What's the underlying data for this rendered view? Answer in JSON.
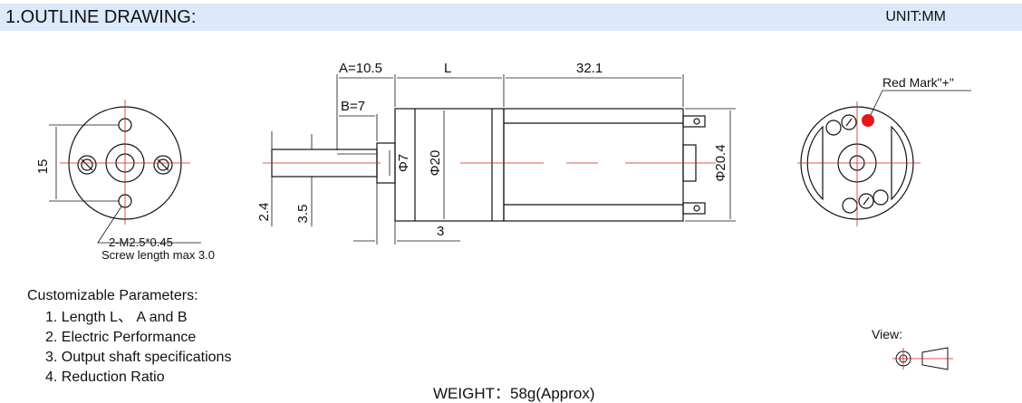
{
  "header": {
    "title": "1.OUTLINE DRAWING:",
    "unit": "UNIT:MM"
  },
  "dims": {
    "a": "A=10.5",
    "b": "B=7",
    "l": "L",
    "motor_len": "32.1",
    "shaft_d": "Φ7",
    "gear_d": "Φ20",
    "motor_d": "Φ20.4",
    "side_h": "15",
    "val_24": "2.4",
    "val_35": "3.5",
    "val_3": "3",
    "red_mark": "Red Mark\"+\"",
    "screw_spec": "2-M2.5*0.45",
    "screw_len": "Screw length max 3.0"
  },
  "params": {
    "heading": "Customizable Parameters:",
    "items": [
      "1. Length  L、 A and B",
      "2. Electric Performance",
      "3. Output shaft specifications",
      "4. Reduction Ratio"
    ]
  },
  "weight": "WEIGHT：58g(Approx)",
  "view": "View:",
  "colors": {
    "header_bg": "#dbe9fb",
    "red_mark": "#e8161b",
    "centerline": "#d81e1e"
  }
}
